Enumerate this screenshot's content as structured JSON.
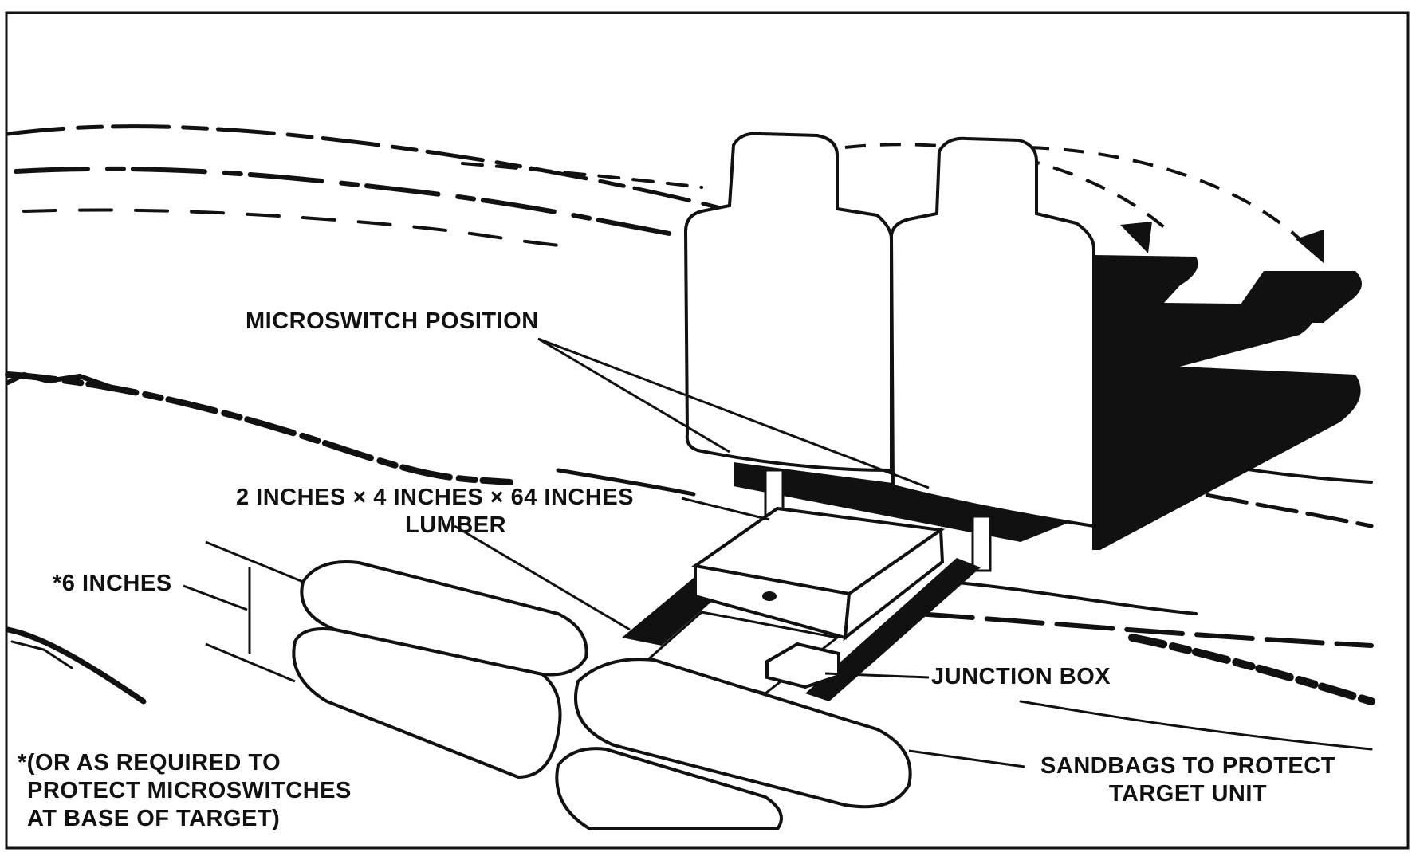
{
  "colors": {
    "ink": "#111111",
    "paper": "#ffffff"
  },
  "labels": {
    "microswitch_position": "MICROSWITCH POSITION",
    "lumber_line1": "2 INCHES × 4 INCHES × 64 INCHES",
    "lumber_line2": "LUMBER",
    "six_inches": "*6 INCHES",
    "junction_box": "JUNCTION BOX",
    "sandbags_line1": "SANDBAGS TO PROTECT",
    "sandbags_line2": "TARGET UNIT",
    "footnote_line1": "*(OR AS REQUIRED TO",
    "footnote_line2": "PROTECT MICROSWITCHES",
    "footnote_line3": "AT BASE OF TARGET)"
  },
  "icons": [
    "target-silhouette-icon",
    "sandbag-icon",
    "junction-box-icon",
    "fall-direction-arrow-icon"
  ]
}
